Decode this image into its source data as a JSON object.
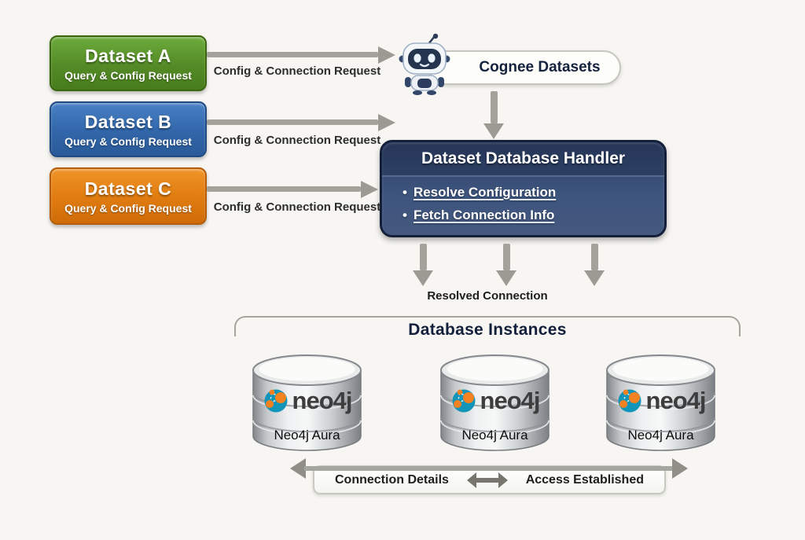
{
  "datasets": [
    {
      "title": "Dataset A",
      "subtitle": "Query & Config Request",
      "color": "#558c27"
    },
    {
      "title": "Dataset B",
      "subtitle": "Query & Config Request",
      "color": "#3267ab"
    },
    {
      "title": "Dataset C",
      "subtitle": "Query & Config Request",
      "color": "#e07c10"
    }
  ],
  "request_arrows": [
    {
      "label": "Config & Connection Request"
    },
    {
      "label": "Config & Connection Request"
    },
    {
      "label": "Config & Connection Request"
    }
  ],
  "cognee": {
    "label": "Cognee Datasets"
  },
  "handler": {
    "title": "Dataset Database Handler",
    "bullets": [
      "Resolve Configuration",
      "Fetch Connection Info"
    ]
  },
  "resolved_label": "Resolved Connection",
  "database_instances": {
    "title": "Database Instances",
    "instances": [
      {
        "logo_text": "neo4j",
        "label": "Neo4j Aura"
      },
      {
        "logo_text": "neo4j",
        "label": "Neo4j Aura"
      },
      {
        "logo_text": "neo4j",
        "label": "Neo4j Aura"
      }
    ]
  },
  "bottom_bar": {
    "left_label": "Connection Details",
    "right_label": "Access Established"
  },
  "colors": {
    "background": "#f7f6f2",
    "dataset_a_green": "#558c27",
    "dataset_b_blue": "#3267ab",
    "dataset_c_orange": "#e07c10",
    "handler_navy": "#3d547d",
    "handler_border": "#141f3a",
    "arrow_gray": "#a3a39c",
    "neo4j_teal": "#1295b9",
    "neo4j_orange": "#f58220",
    "title_navy": "#13203c"
  }
}
